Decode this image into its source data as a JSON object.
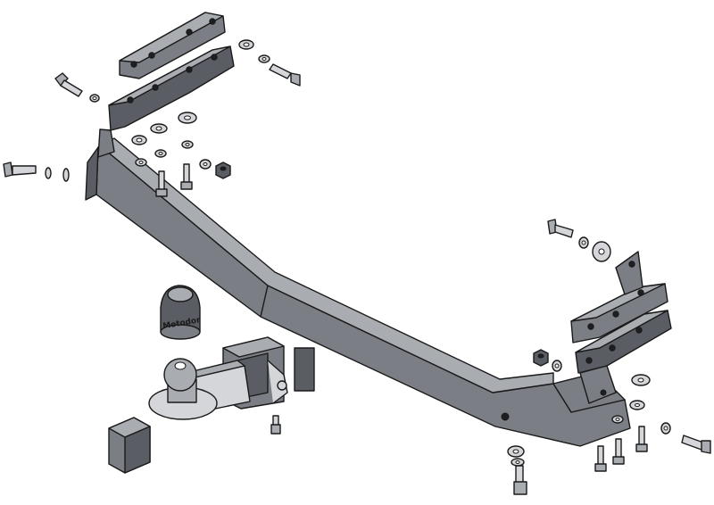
{
  "diagram": {
    "background": "#ffffff",
    "body_colors": {
      "dark": "#5a5d63",
      "mid": "#7b7e84",
      "light": "#a9acb1",
      "pale": "#d4d6d9"
    },
    "cap_stamp": "Motodor",
    "parts": [
      "crossbar",
      "left-bracket-plate",
      "right-bracket-plate",
      "tow-ball",
      "tow-ball-cover",
      "receiver-cap",
      "bolts",
      "washers",
      "nuts"
    ]
  }
}
